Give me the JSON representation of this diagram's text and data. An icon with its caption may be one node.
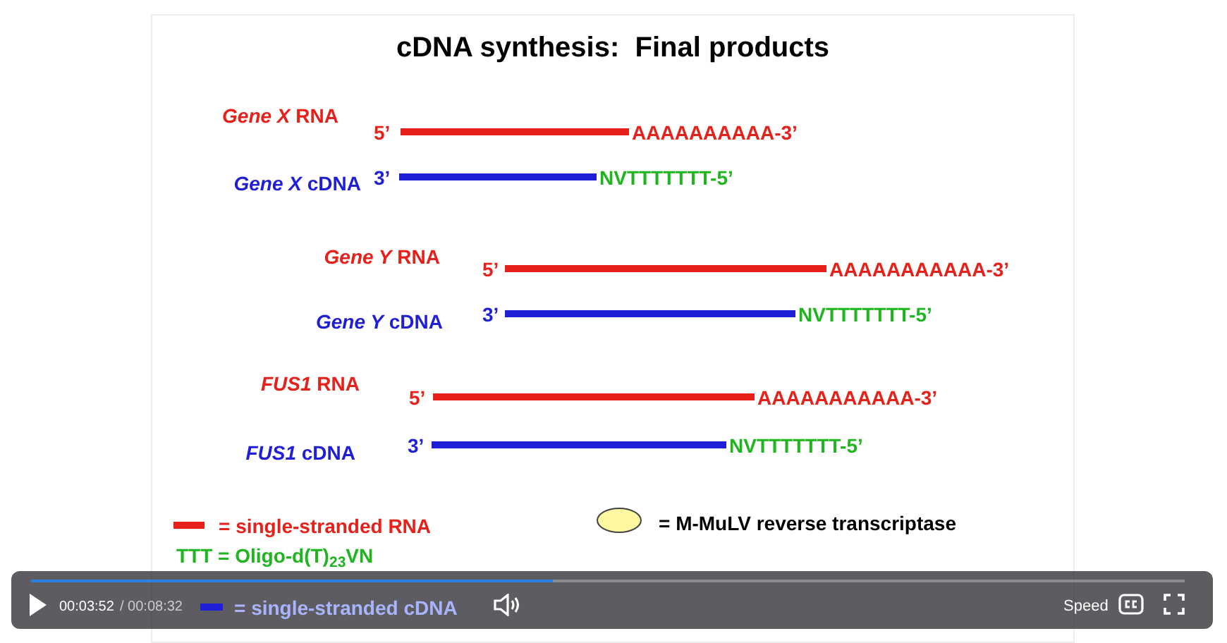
{
  "diagram": {
    "title": "cDNA synthesis:  Final products",
    "nodes": [
      {
        "text": [],
        "shape": "bar",
        "beside": [
          "*Gene X* RNA",
          "5’",
          "AAAAAAAAAA-3’"
        ]
      },
      {
        "text": [],
        "shape": "bar",
        "beside": [
          "*Gene X* cDNA",
          "3’",
          "NVTTTTTTT-5’"
        ]
      },
      {
        "text": [],
        "shape": "bar",
        "beside": [
          "*Gene Y* RNA",
          "5’",
          "AAAAAAAAAAA-3’"
        ]
      },
      {
        "text": [],
        "shape": "bar",
        "beside": [
          "*Gene Y* cDNA",
          "3’",
          "NVTTTTTTT-5’"
        ]
      },
      {
        "text": [],
        "shape": "bar",
        "beside": [
          "*FUS1* RNA",
          "5’",
          "AAAAAAAAAAA-3’"
        ]
      },
      {
        "text": [],
        "shape": "bar",
        "beside": [
          "*FUS1* cDNA",
          "3’",
          "NVTTTTTTT-5’"
        ]
      }
    ],
    "labels": [
      "00:03:52",
      "/ 00:08:32",
      "Speed"
    ],
    "legend": [
      {
        "text": "= single-stranded RNA",
        "color": "#e8201a"
      },
      {
        "text": "= M-MuLV reverse transcriptase",
        "color": "#fdf7a0"
      },
      {
        "text": "TTT = Oligo-d(T)$_{23}$VN"
      },
      {
        "text": "= single-stranded cDNA",
        "color": "#1f1fd8"
      }
    ]
  }
}
